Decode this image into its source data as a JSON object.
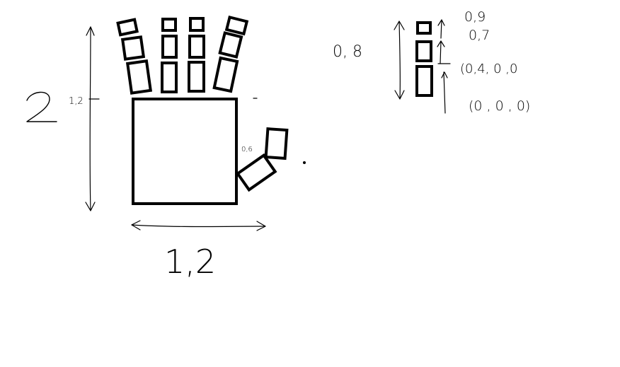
{
  "diagram": {
    "hand_height_label": "2",
    "palm_height_label": "1,2",
    "palm_width_label": "1,2",
    "thumb_label": "0,6",
    "finger_length_label": "0, 8",
    "segment_label_top": "0,9",
    "segment_label_mid": "0,7",
    "joint_coord_label": "(0,4, 0 ,0",
    "base_coord_label": "(0 , 0 , 0)",
    "stroke_color": "#000000",
    "background_color": "#ffffff"
  }
}
